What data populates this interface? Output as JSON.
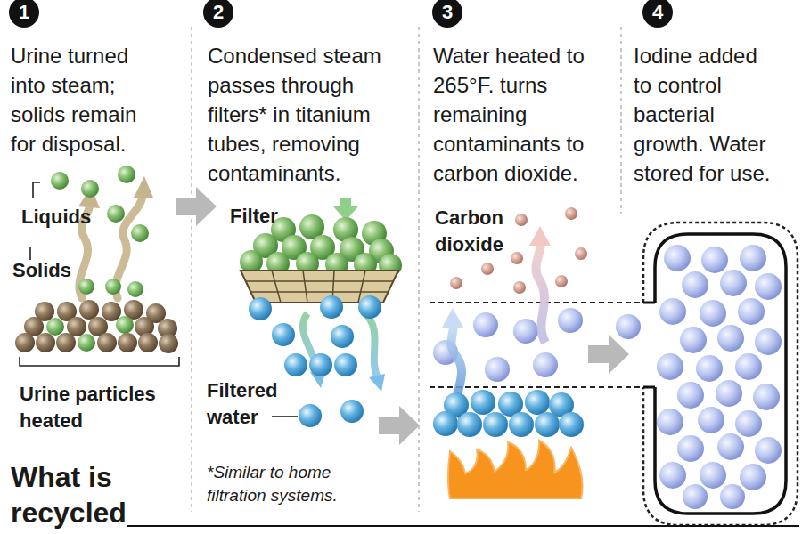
{
  "diagram": {
    "nodes": [
      {
        "text": [
          "1"
        ]
      },
      {
        "text": [
          "2"
        ]
      },
      {
        "text": [
          "3"
        ]
      },
      {
        "text": [
          "4"
        ]
      }
    ],
    "labels": [
      "Urine turned into steam; solids remain for disposal.",
      "Condensed steam passes through filters* in titanium tubes, removing contaminants.",
      "Water heated to 265°F. turns remaining contaminants to carbon dioxide.",
      "Iodine added to control bacterial growth. Water stored for use.",
      "Liquids",
      "Solids",
      "Urine particles heated",
      "Filter",
      "Filtered water",
      "*Similar to home filtration systems.",
      "Carbon dioxide",
      "What is recycled"
    ]
  }
}
